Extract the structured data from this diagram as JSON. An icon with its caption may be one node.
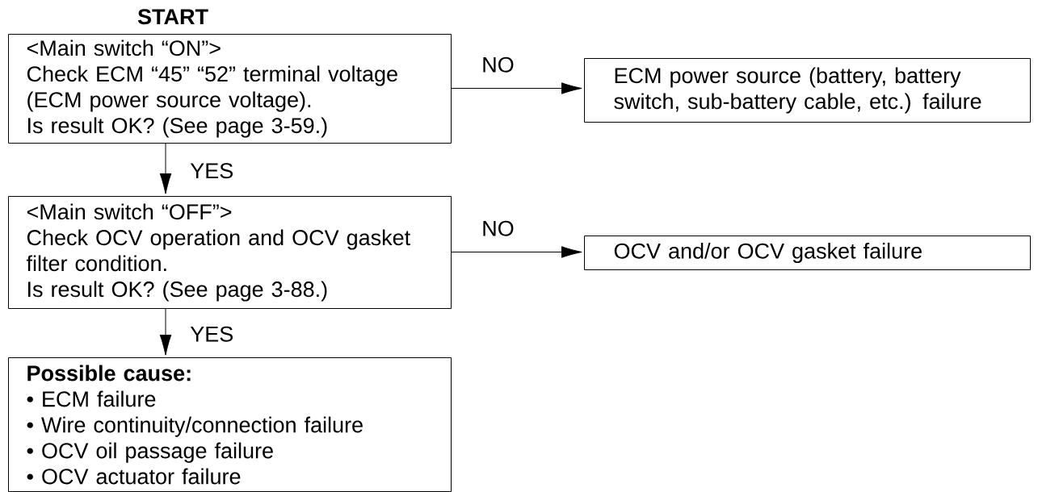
{
  "diagram": {
    "nodes": [
      {
        "text": [
          "START",
          "<Main switch “ON”>",
          "Check ECM “45” “52” terminal voltage (ECM power source voltage).",
          "Is result OK? (See page 3-59.)"
        ]
      },
      {
        "text": [
          "ECM power source (battery, battery switch, sub-battery cable, etc.) failure"
        ]
      },
      {
        "text": [
          "<Main switch “OFF”>",
          "Check OCV operation and OCV gasket filter condition.",
          "Is result OK? (See page 3-88.)"
        ]
      },
      {
        "text": [
          "OCV and/or OCV gasket failure"
        ]
      },
      {
        "text": [
          "Possible cause:",
          "• ECM failure",
          "• Wire continuity/connection failure",
          "• OCV oil passage failure",
          "• OCV actuator failure"
        ]
      }
    ],
    "edges": [
      {
        "from": 0,
        "to": 1,
        "arrow": "to",
        "label": "NO"
      },
      {
        "from": 0,
        "to": 2,
        "arrow": "to",
        "label": "YES"
      },
      {
        "from": 2,
        "to": 3,
        "arrow": "to",
        "label": "NO"
      },
      {
        "from": 2,
        "to": 4,
        "arrow": "to",
        "label": "YES"
      }
    ]
  }
}
